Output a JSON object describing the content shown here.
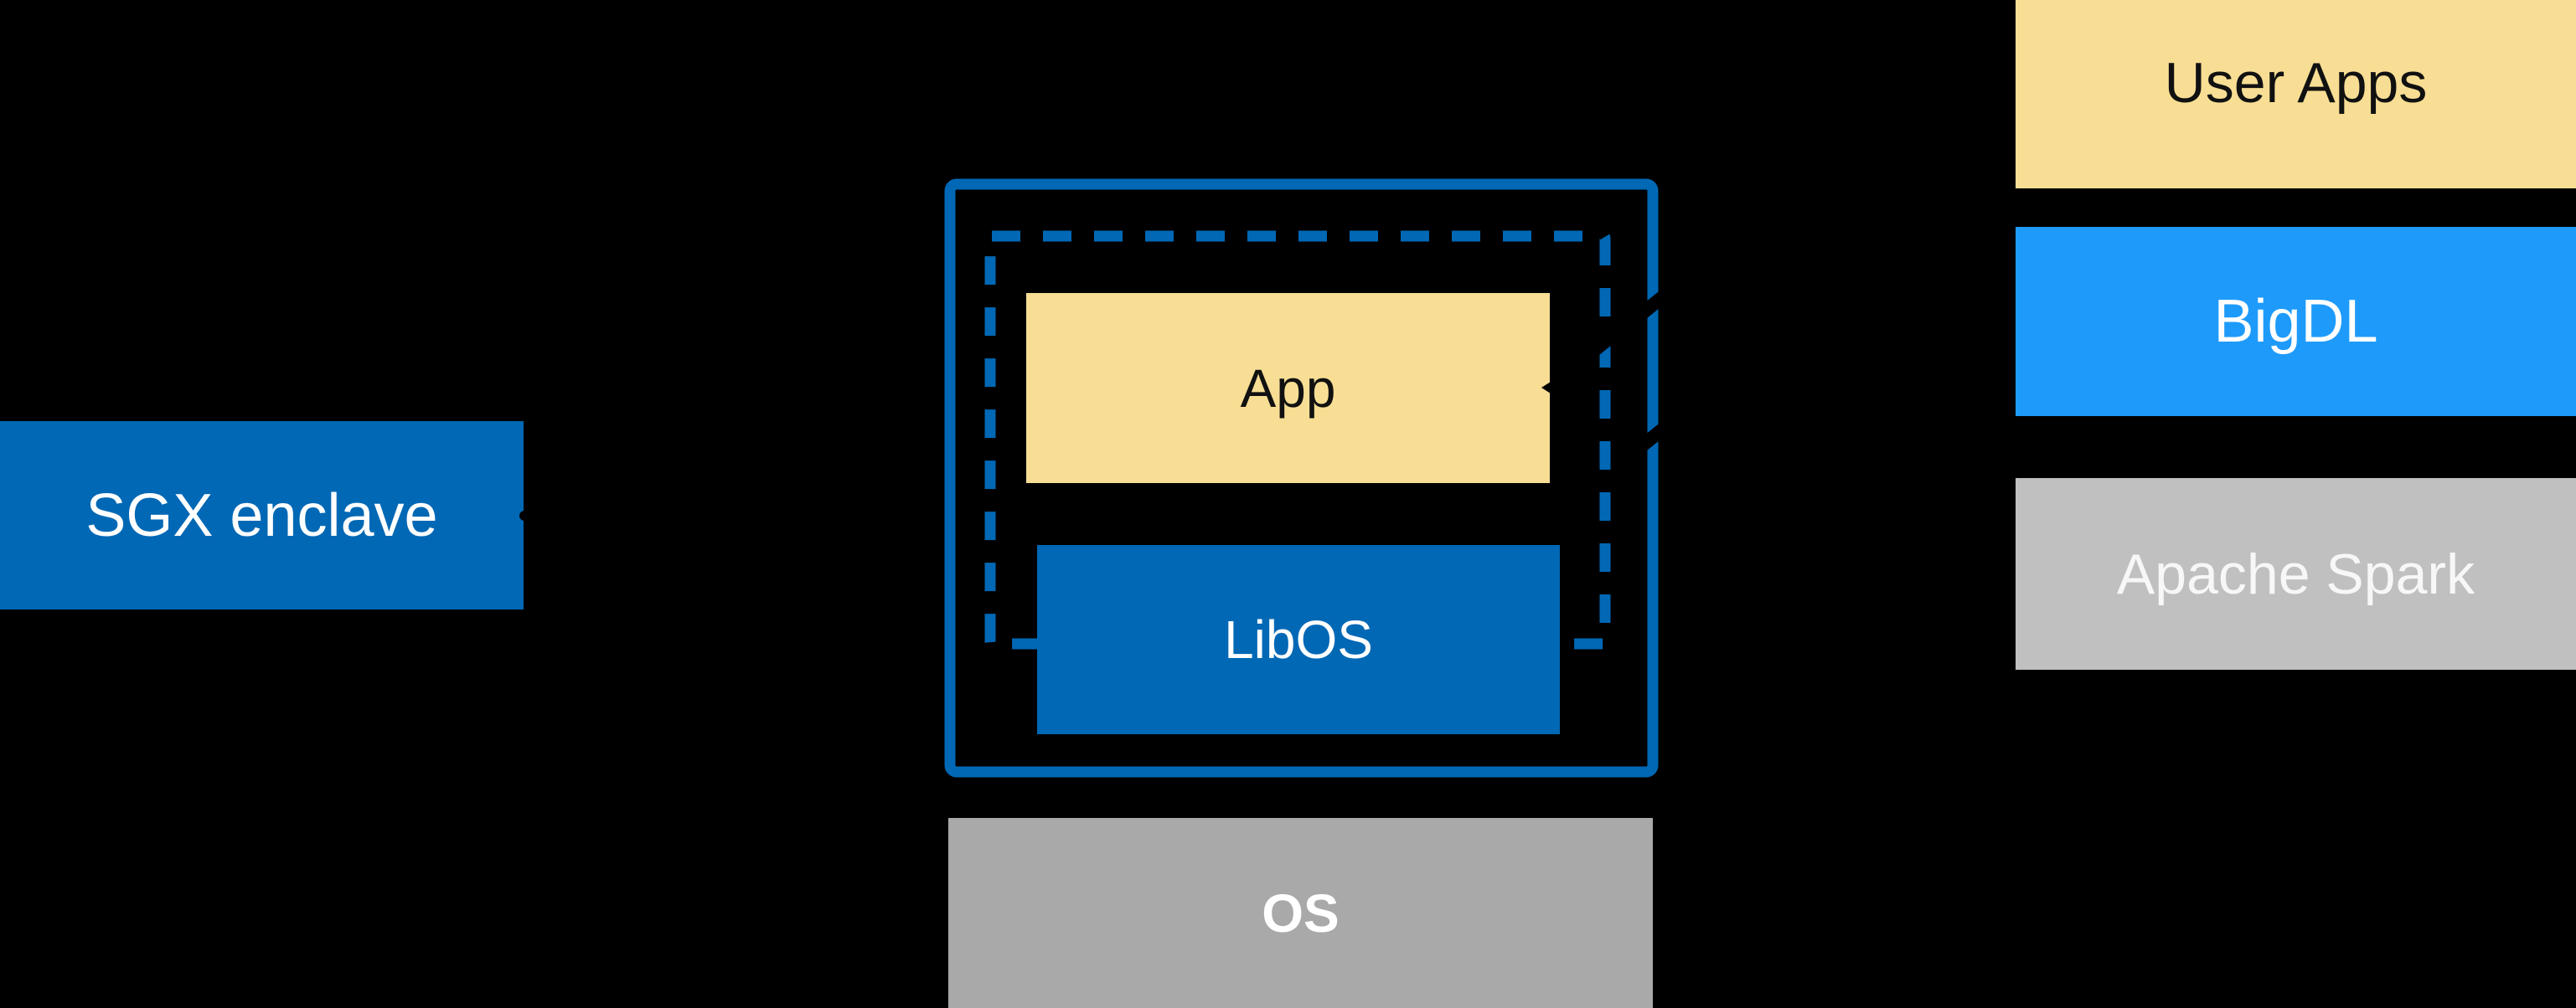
{
  "diagram": {
    "sgx_box": {
      "label": "SGX enclave"
    },
    "enclave_box": {
      "app": {
        "label": "App"
      },
      "libos": {
        "label": "LibOS"
      }
    },
    "os_box": {
      "label": "OS"
    },
    "right_stack": {
      "user_apps": {
        "label": "User Apps"
      },
      "bigdl": {
        "label": "BigDL"
      },
      "apache_spark": {
        "label": "Apache Spark"
      }
    },
    "colors": {
      "intel_blue": "#0068B5",
      "bright_blue": "#1E9BFA",
      "yellow": "#F8DE94",
      "gray_os": "#A9A9A9",
      "gray_spark": "#C0C0C0",
      "background": "#000000",
      "fragment_black": "#000000"
    }
  }
}
